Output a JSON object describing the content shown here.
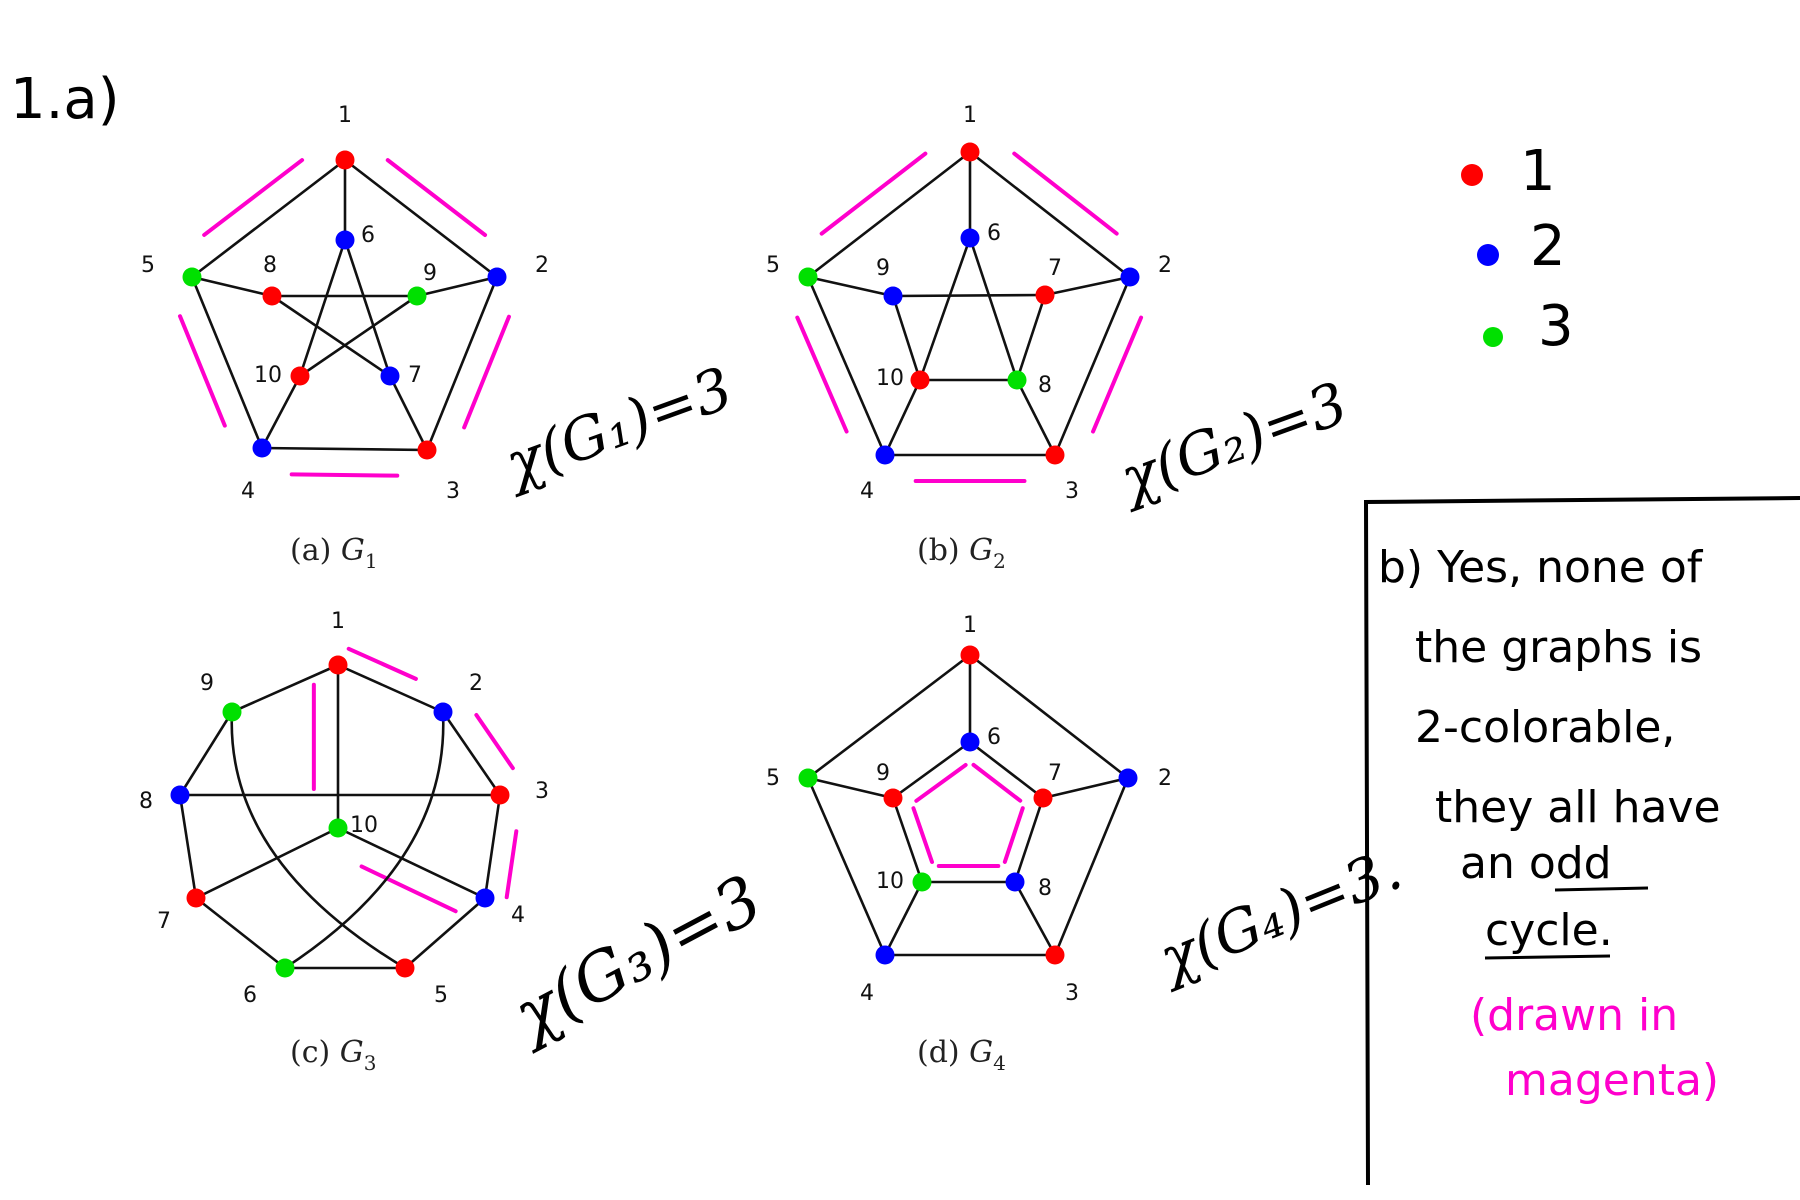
{
  "part_a_label": "1.a)",
  "colors": {
    "red": "#ff0000",
    "blue": "#0000ff",
    "green": "#00e000",
    "magenta": "#ff00cc",
    "edge": "#111111"
  },
  "legend": [
    {
      "color": "red",
      "label": "1"
    },
    {
      "color": "blue",
      "label": "2"
    },
    {
      "color": "green",
      "label": "3"
    }
  ],
  "graphs": [
    {
      "id": "g1",
      "caption_letter": "(a)",
      "caption_graph": "G",
      "caption_sub": "1",
      "chi_text": "χ(G₁)=3",
      "vertices": [
        {
          "id": "1",
          "color": "red"
        },
        {
          "id": "2",
          "color": "blue"
        },
        {
          "id": "3",
          "color": "red"
        },
        {
          "id": "4",
          "color": "blue"
        },
        {
          "id": "5",
          "color": "green"
        },
        {
          "id": "6",
          "color": "blue"
        },
        {
          "id": "7",
          "color": "blue"
        },
        {
          "id": "8",
          "color": "red"
        },
        {
          "id": "9",
          "color": "green"
        },
        {
          "id": "10",
          "color": "red"
        }
      ],
      "edges": [
        [
          "1",
          "2"
        ],
        [
          "2",
          "3"
        ],
        [
          "3",
          "4"
        ],
        [
          "4",
          "5"
        ],
        [
          "5",
          "1"
        ],
        [
          "1",
          "6"
        ],
        [
          "2",
          "9"
        ],
        [
          "3",
          "7"
        ],
        [
          "4",
          "10"
        ],
        [
          "5",
          "8"
        ],
        [
          "6",
          "10"
        ],
        [
          "10",
          "9"
        ],
        [
          "9",
          "8"
        ],
        [
          "8",
          "7"
        ],
        [
          "7",
          "6"
        ]
      ],
      "odd_cycle": [
        "1",
        "2",
        "3",
        "4",
        "5"
      ]
    },
    {
      "id": "g2",
      "caption_letter": "(b)",
      "caption_graph": "G",
      "caption_sub": "2",
      "chi_text": "χ(G₂)=3",
      "vertices": [
        {
          "id": "1",
          "color": "red"
        },
        {
          "id": "2",
          "color": "blue"
        },
        {
          "id": "3",
          "color": "red"
        },
        {
          "id": "4",
          "color": "blue"
        },
        {
          "id": "5",
          "color": "green"
        },
        {
          "id": "6",
          "color": "blue"
        },
        {
          "id": "7",
          "color": "red"
        },
        {
          "id": "8",
          "color": "green"
        },
        {
          "id": "9",
          "color": "blue"
        },
        {
          "id": "10",
          "color": "red"
        }
      ],
      "edges": [
        [
          "1",
          "2"
        ],
        [
          "2",
          "3"
        ],
        [
          "3",
          "4"
        ],
        [
          "4",
          "5"
        ],
        [
          "5",
          "1"
        ],
        [
          "1",
          "6"
        ],
        [
          "2",
          "7"
        ],
        [
          "3",
          "8"
        ],
        [
          "4",
          "10"
        ],
        [
          "5",
          "9"
        ],
        [
          "6",
          "10"
        ],
        [
          "6",
          "8"
        ],
        [
          "9",
          "7"
        ],
        [
          "9",
          "10"
        ],
        [
          "7",
          "8"
        ],
        [
          "10",
          "8"
        ]
      ],
      "odd_cycle": [
        "1",
        "2",
        "3",
        "4",
        "5"
      ]
    },
    {
      "id": "g3",
      "caption_letter": "(c)",
      "caption_graph": "G",
      "caption_sub": "3",
      "chi_text": "χ(G₃)=3",
      "vertices": [
        {
          "id": "1",
          "color": "red"
        },
        {
          "id": "2",
          "color": "blue"
        },
        {
          "id": "3",
          "color": "red"
        },
        {
          "id": "4",
          "color": "blue"
        },
        {
          "id": "5",
          "color": "red"
        },
        {
          "id": "6",
          "color": "green"
        },
        {
          "id": "7",
          "color": "red"
        },
        {
          "id": "8",
          "color": "blue"
        },
        {
          "id": "9",
          "color": "green"
        },
        {
          "id": "10",
          "color": "green"
        }
      ],
      "edges": [
        [
          "1",
          "2"
        ],
        [
          "2",
          "3"
        ],
        [
          "3",
          "4"
        ],
        [
          "4",
          "5"
        ],
        [
          "5",
          "6"
        ],
        [
          "6",
          "7"
        ],
        [
          "7",
          "8"
        ],
        [
          "8",
          "9"
        ],
        [
          "9",
          "1"
        ],
        [
          "1",
          "10"
        ],
        [
          "10",
          "4"
        ],
        [
          "10",
          "7"
        ],
        [
          "8",
          "3"
        ],
        [
          "9",
          "5"
        ],
        [
          "2",
          "6"
        ]
      ],
      "odd_cycle": [
        "1",
        "2",
        "3",
        "4",
        "10"
      ]
    },
    {
      "id": "g4",
      "caption_letter": "(d)",
      "caption_graph": "G",
      "caption_sub": "4",
      "chi_text": "χ(G₄)=3.",
      "vertices": [
        {
          "id": "1",
          "color": "red"
        },
        {
          "id": "2",
          "color": "blue"
        },
        {
          "id": "3",
          "color": "red"
        },
        {
          "id": "4",
          "color": "blue"
        },
        {
          "id": "5",
          "color": "green"
        },
        {
          "id": "6",
          "color": "blue"
        },
        {
          "id": "7",
          "color": "red"
        },
        {
          "id": "8",
          "color": "blue"
        },
        {
          "id": "9",
          "color": "red"
        },
        {
          "id": "10",
          "color": "green"
        }
      ],
      "edges": [
        [
          "1",
          "2"
        ],
        [
          "2",
          "3"
        ],
        [
          "3",
          "4"
        ],
        [
          "4",
          "5"
        ],
        [
          "5",
          "1"
        ],
        [
          "1",
          "6"
        ],
        [
          "2",
          "7"
        ],
        [
          "3",
          "8"
        ],
        [
          "4",
          "10"
        ],
        [
          "5",
          "9"
        ],
        [
          "6",
          "7"
        ],
        [
          "7",
          "8"
        ],
        [
          "8",
          "10"
        ],
        [
          "10",
          "9"
        ],
        [
          "9",
          "6"
        ]
      ],
      "odd_cycle": [
        "6",
        "7",
        "8",
        "10",
        "9"
      ]
    }
  ],
  "answer_b": {
    "lines": [
      "b) Yes, none of",
      "the graphs is",
      "2-colorable,",
      "they all have",
      "an odd"
    ],
    "line_last": "cycle.",
    "underlined": [
      "odd",
      "cycle"
    ],
    "note_lines": [
      "(drawn in",
      "magenta)"
    ]
  }
}
